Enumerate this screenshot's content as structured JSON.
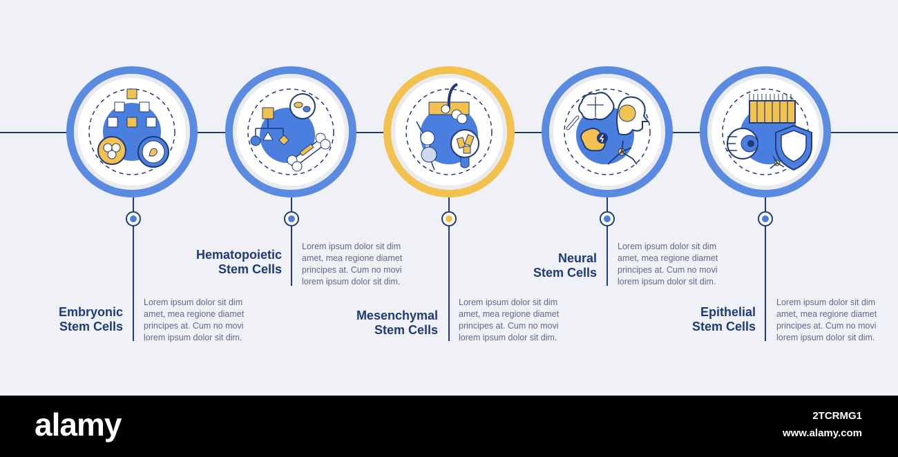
{
  "colors": {
    "blue": "#5b8be0",
    "navy": "#1f3a7a",
    "yellow": "#f2c14e",
    "accent_fill": "#4a7fe0"
  },
  "steps": [
    {
      "title_line1": "Embryonic",
      "title_line2": "Stem Cells",
      "text": [
        "Lorem ipsum dolor sit dim",
        "amet, mea regione diamet",
        "principes at. Cum no movi",
        "lorem ipsum dolor sit dim."
      ],
      "icon": "embryo-cells-icon",
      "accent": "blue"
    },
    {
      "title_line1": "Hematopoietic",
      "title_line2": "Stem Cells",
      "text": [
        "Lorem ipsum dolor sit dim",
        "amet, mea regione diamet",
        "principes at. Cum no movi",
        "lorem ipsum dolor sit dim."
      ],
      "icon": "bone-marrow-icon",
      "accent": "blue"
    },
    {
      "title_line1": "Mesenchymal",
      "title_line2": "Stem Cells",
      "text": [
        "Lorem ipsum dolor sit dim",
        "amet, mea regione diamet",
        "principes at. Cum no movi",
        "lorem ipsum dolor sit dim."
      ],
      "icon": "connective-tissue-icon",
      "accent": "yellow"
    },
    {
      "title_line1": "Neural",
      "title_line2": "Stem Cells",
      "text": [
        "Lorem ipsum dolor sit dim",
        "amet, mea regione diamet",
        "principes at. Cum no movi",
        "lorem ipsum dolor sit dim."
      ],
      "icon": "brain-neuron-icon",
      "accent": "blue"
    },
    {
      "title_line1": "Epithelial",
      "title_line2": "Stem Cells",
      "text": [
        "Lorem ipsum dolor sit dim",
        "amet, mea regione diamet",
        "principes at. Cum no movi",
        "lorem ipsum dolor sit dim."
      ],
      "icon": "skin-eye-shield-icon",
      "accent": "blue"
    }
  ],
  "footer": {
    "brand": "alamy",
    "image_code": "2TCRMG1",
    "url": "www.alamy.com"
  }
}
